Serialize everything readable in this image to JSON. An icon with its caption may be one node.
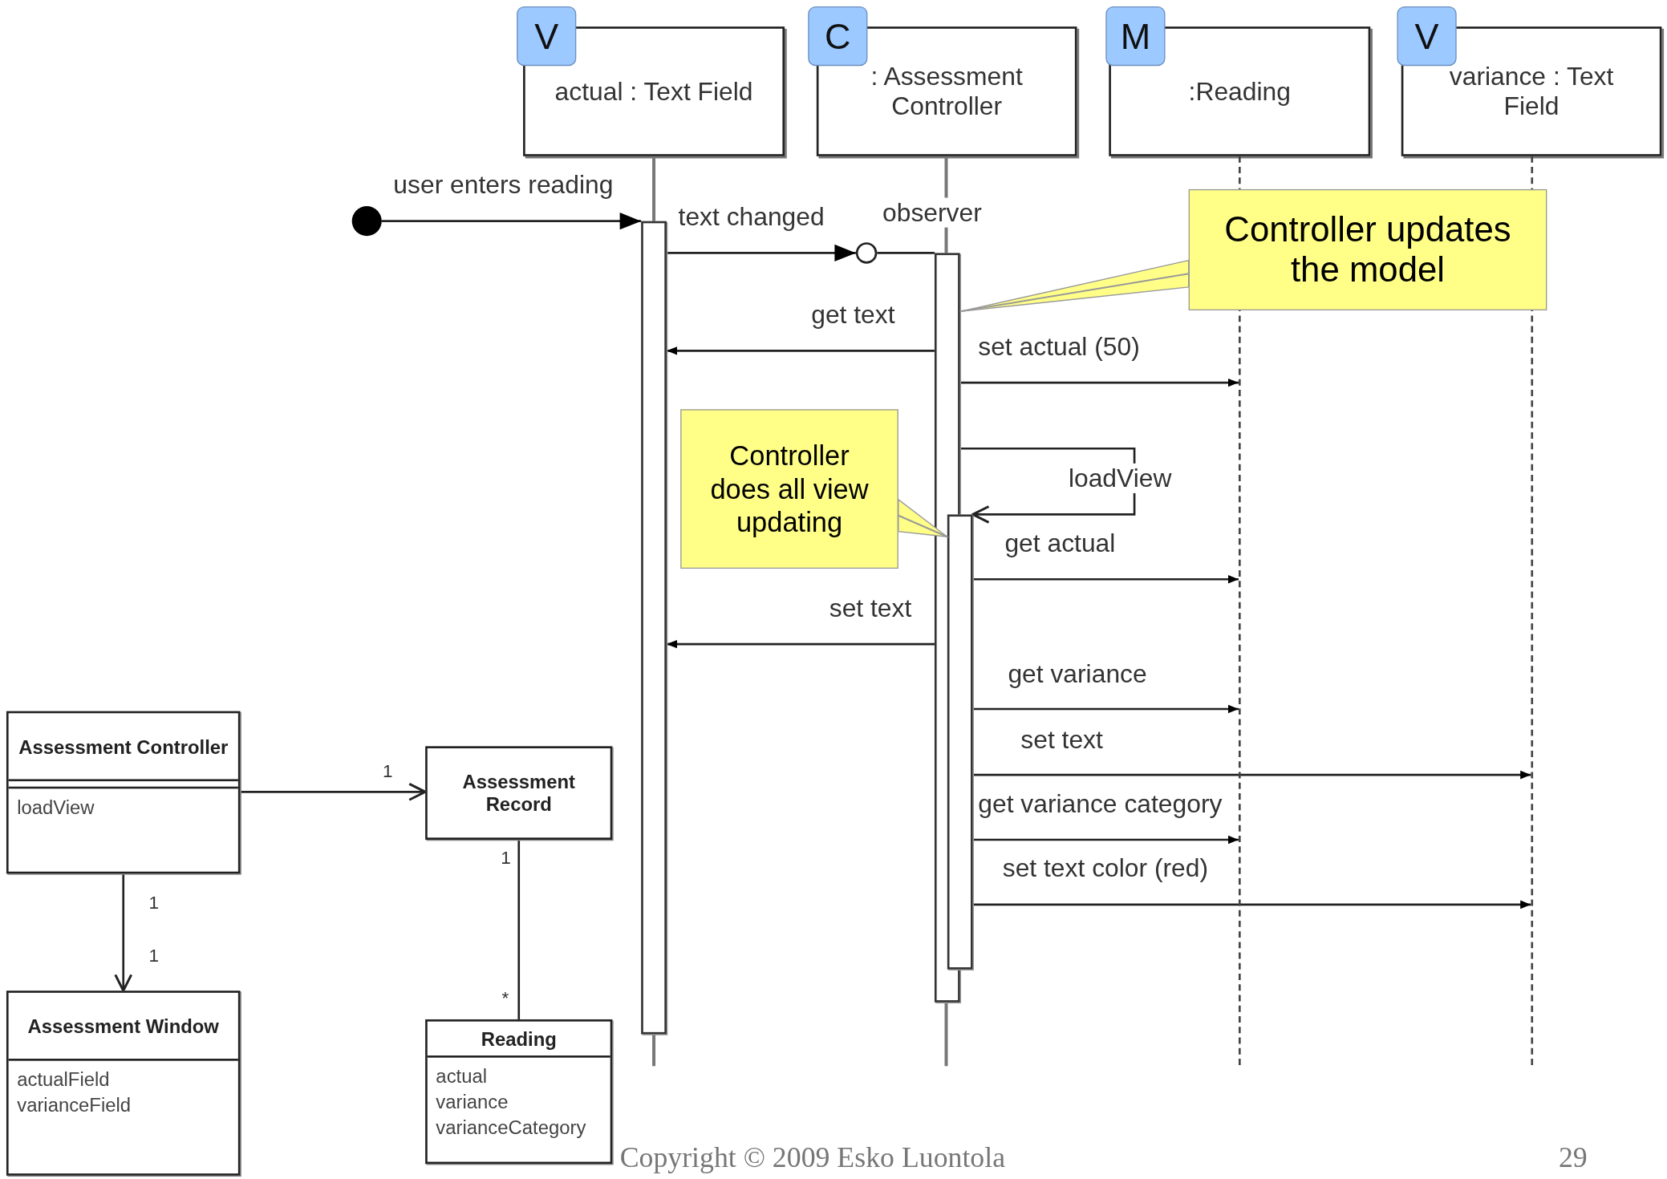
{
  "diagram": {
    "nodes": [
      {
        "text": [
          "V"
        ]
      },
      {
        "text": [
          "actual : Text Field"
        ]
      },
      {
        "text": [
          "C"
        ]
      },
      {
        "text": [
          ": Assessment Controller"
        ]
      },
      {
        "text": [
          "M"
        ]
      },
      {
        "text": [
          ":Reading"
        ]
      },
      {
        "text": [
          "V"
        ]
      },
      {
        "text": [
          "variance : Text Field"
        ]
      },
      {
        "text": [],
        "shape": "bar"
      },
      {
        "text": [],
        "shape": "bar"
      },
      {
        "text": [],
        "shape": "bar"
      },
      {
        "text": [],
        "shape": "line"
      },
      {
        "text": [],
        "shape": "line"
      },
      {
        "text": [],
        "shape": "circle"
      },
      {
        "text": [],
        "shape": "circle",
        "beside": [
          "observer"
        ]
      },
      {
        "text": [
          "Controller updates the model"
        ]
      },
      {
        "text": [
          "Controller does all view updating"
        ]
      },
      {
        "text": [
          "Assessment Controller",
          "loadView"
        ]
      },
      {
        "text": [
          "Assessment Record"
        ]
      },
      {
        "text": [
          "Assessment Window",
          "actualField",
          "varianceField"
        ]
      },
      {
        "text": [
          "Reading",
          "actual",
          "variance",
          "varianceCategory"
        ]
      }
    ],
    "edges": [
      {
        "from": 13,
        "to": 8,
        "arrow": "to",
        "label": "user enters reading"
      },
      {
        "from": 8,
        "to": 14,
        "arrow": "to",
        "label": "text changed"
      },
      {
        "from": 14,
        "to": 9,
        "arrow": "none"
      },
      {
        "from": 9,
        "to": 8,
        "arrow": "to",
        "label": "get text"
      },
      {
        "from": 9,
        "to": 11,
        "arrow": "to",
        "label": "set actual (50)"
      },
      {
        "from": 9,
        "to": 10,
        "arrow": "to",
        "label": "loadView"
      },
      {
        "from": 10,
        "to": 11,
        "arrow": "to",
        "label": "get actual"
      },
      {
        "from": 10,
        "to": 8,
        "arrow": "to",
        "label": "set text"
      },
      {
        "from": 10,
        "to": 11,
        "arrow": "to",
        "label": "get variance"
      },
      {
        "from": 10,
        "to": 12,
        "arrow": "to",
        "label": "set text"
      },
      {
        "from": 10,
        "to": 11,
        "arrow": "to",
        "label": "get variance category"
      },
      {
        "from": 10,
        "to": 12,
        "arrow": "to",
        "label": "set text color (red)"
      },
      {
        "from": 15,
        "to": 9,
        "arrow": "none",
        "color": "#999999"
      },
      {
        "from": 16,
        "to": 10,
        "arrow": "none",
        "color": "#999999"
      },
      {
        "from": 17,
        "to": 18,
        "arrow": "to"
      },
      {
        "from": 17,
        "to": 19,
        "arrow": "to"
      },
      {
        "from": 18,
        "to": 20,
        "arrow": "none"
      }
    ],
    "labels": [
      "1",
      "1",
      "1",
      "1",
      "*",
      "Copyright © 2009  Esko Luontola",
      "29"
    ]
  }
}
